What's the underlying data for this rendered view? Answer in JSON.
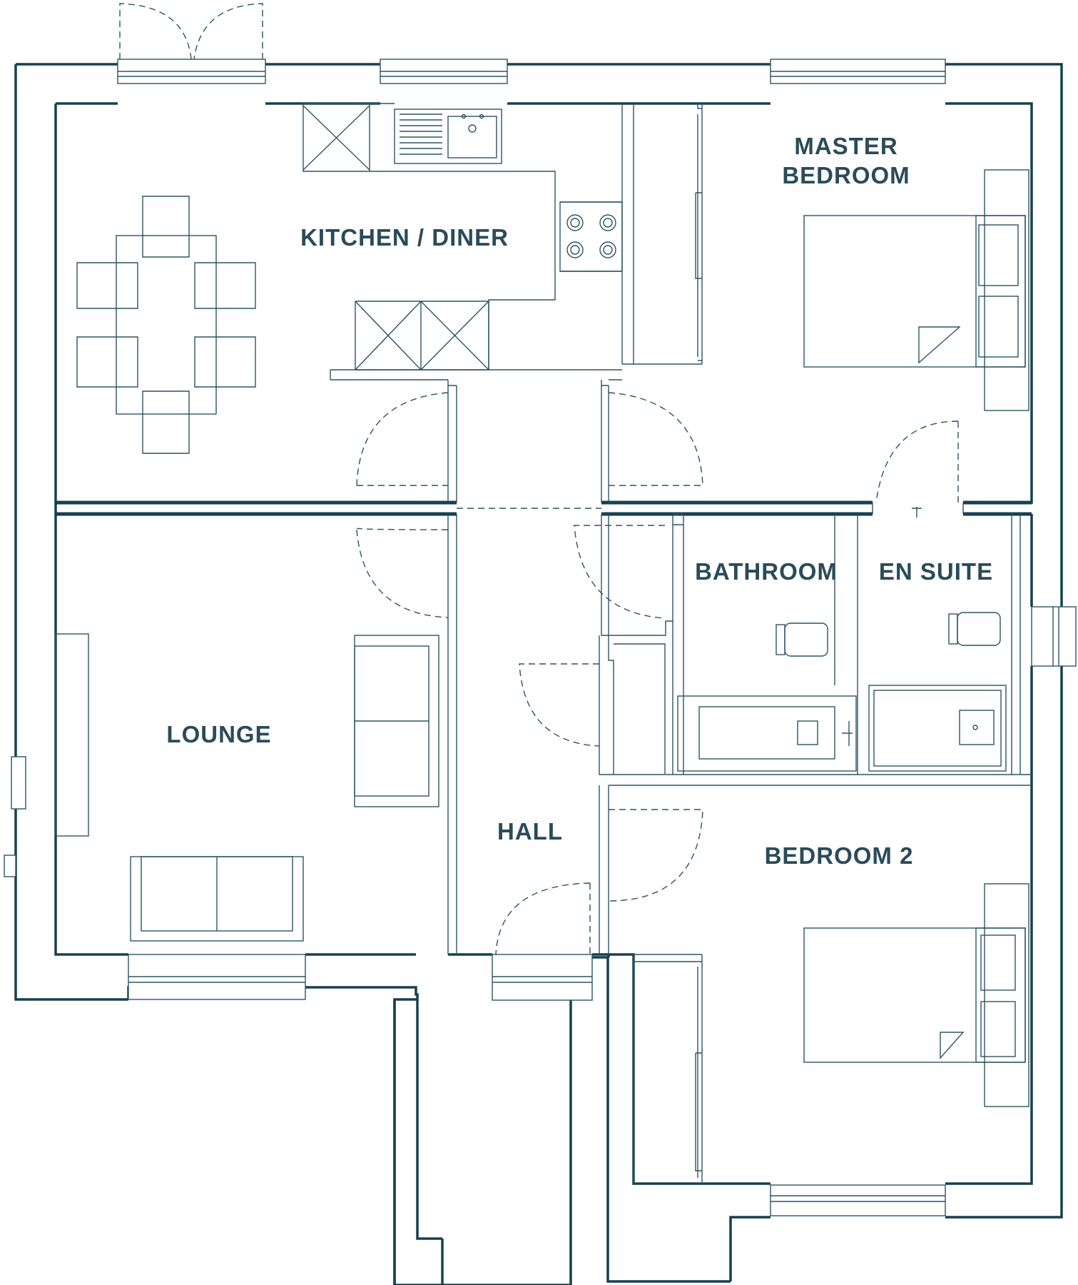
{
  "rooms": {
    "kitchen_diner": "KITCHEN / DINER",
    "master_bedroom_line1": "MASTER",
    "master_bedroom_line2": "BEDROOM",
    "bathroom": "BATHROOM",
    "en_suite": "EN SUITE",
    "lounge": "LOUNGE",
    "hall": "HALL",
    "bedroom_2": "BEDROOM 2"
  },
  "colors": {
    "line": "#17404f",
    "text": "#2a4b59",
    "background": "#ffffff"
  }
}
